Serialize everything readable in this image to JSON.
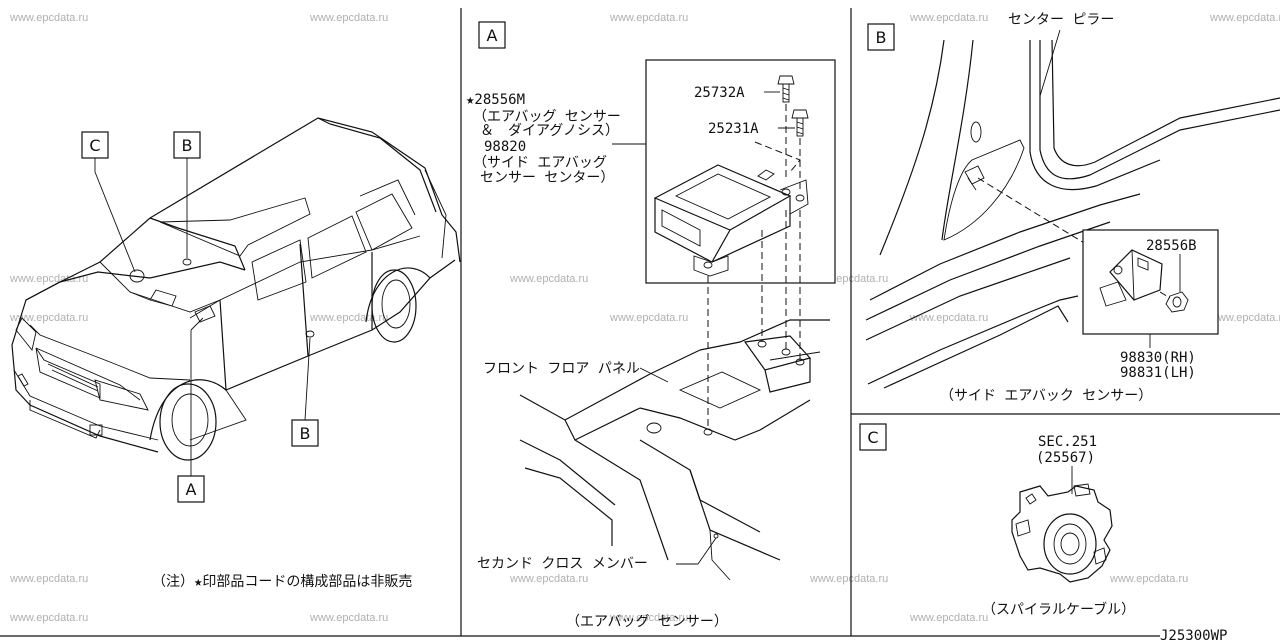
{
  "watermark": "www.epcdata.ru",
  "diagram_code": "J25300WP",
  "panel_letters": {
    "A": "A",
    "B": "B",
    "C": "C"
  },
  "vehicle": {
    "callouts": {
      "c": "C",
      "b_upper": "B",
      "b_lower": "B",
      "a": "A"
    },
    "note": "（注）★印部品コードの構成部品は非販売"
  },
  "panel_a": {
    "part_28556m": "★28556M",
    "desc_line1": "（エアバッグ センサー",
    "desc_line2": "＆　ダイアグノシス）",
    "part_98820": "98820",
    "desc_line3": "（サイド エアバッグ",
    "desc_line4": "センサー センター）",
    "bolt_1": "25732A",
    "bolt_2": "25231A",
    "front_floor_panel": "フロント フロア パネル",
    "second_cross_member": "セカンド クロス メンバー",
    "caption": "（エアバッグ センサー）"
  },
  "panel_b": {
    "center_pillar": "センター ピラー",
    "part_28556b": "28556B",
    "part_rh": "98830(RH)",
    "part_lh": "98831(LH)",
    "caption": "（サイド エアバック センサー）"
  },
  "panel_c": {
    "sec": "SEC.251",
    "sec_part": "(25567)",
    "caption": "（スパイラルケーブル）"
  }
}
